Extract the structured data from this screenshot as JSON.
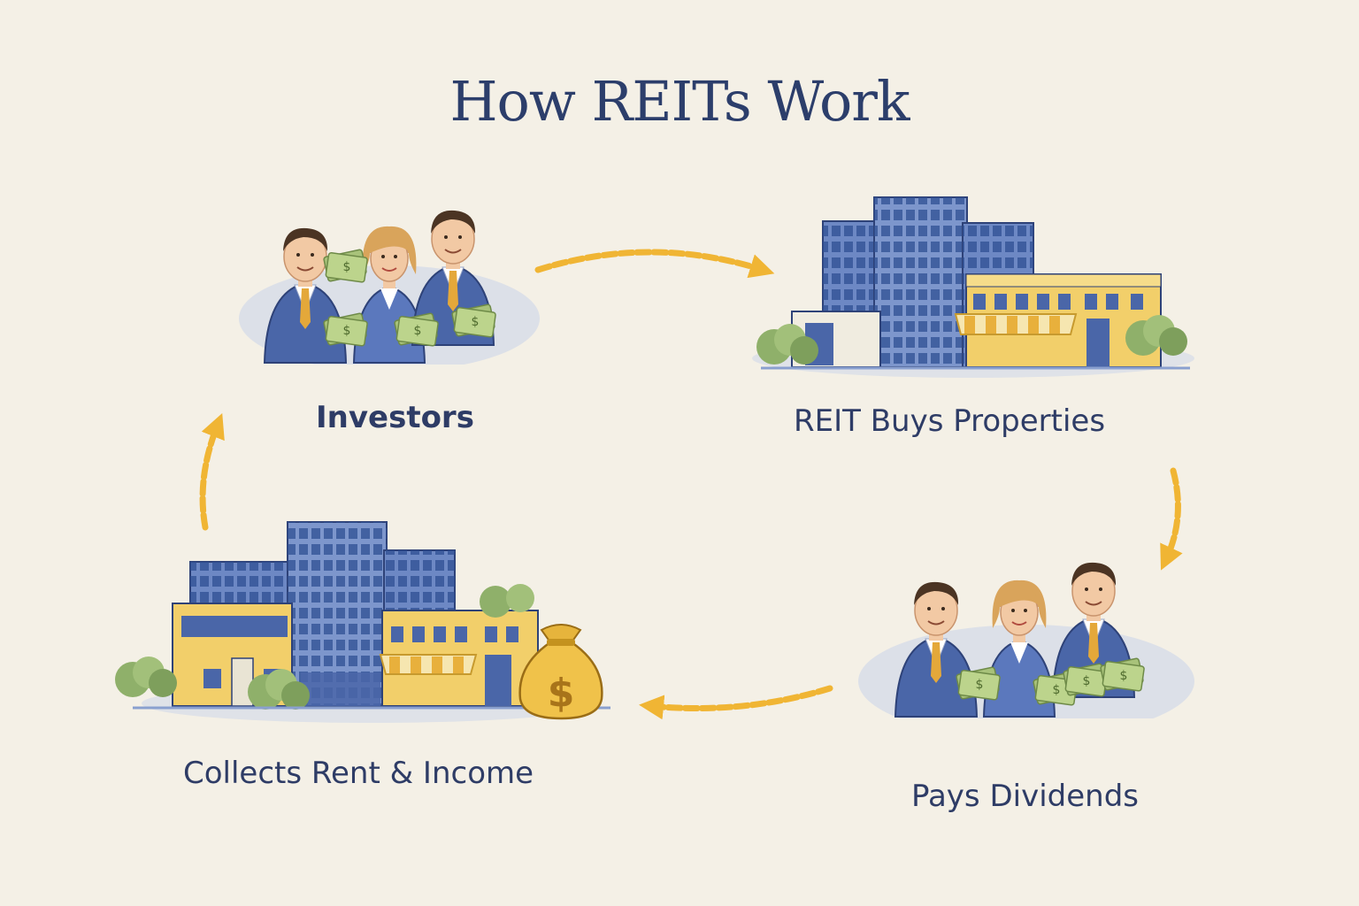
{
  "title": "How REITs Work",
  "steps": [
    {
      "id": "investors",
      "label": "Investors"
    },
    {
      "id": "buys",
      "label": "REIT Buys Properties"
    },
    {
      "id": "dividends",
      "label": "Pays Dividends"
    },
    {
      "id": "collects",
      "label": "Collects Rent & Income"
    }
  ],
  "icons": {
    "investors": "investors-with-cash-icon",
    "buys": "property-buildings-icon",
    "dividends": "investors-with-cash-icon",
    "collects": "buildings-with-money-bag-icon",
    "money_bag": "$"
  },
  "colors": {
    "title": "#2c3e6b",
    "label": "#2e3c66",
    "arrow": "#f0b534",
    "suit": "#4a66a8",
    "building_blue": "#5a78b8",
    "building_yellow": "#f2cf6a",
    "cash": "#a8c27a",
    "background": "#f4f0e6"
  }
}
